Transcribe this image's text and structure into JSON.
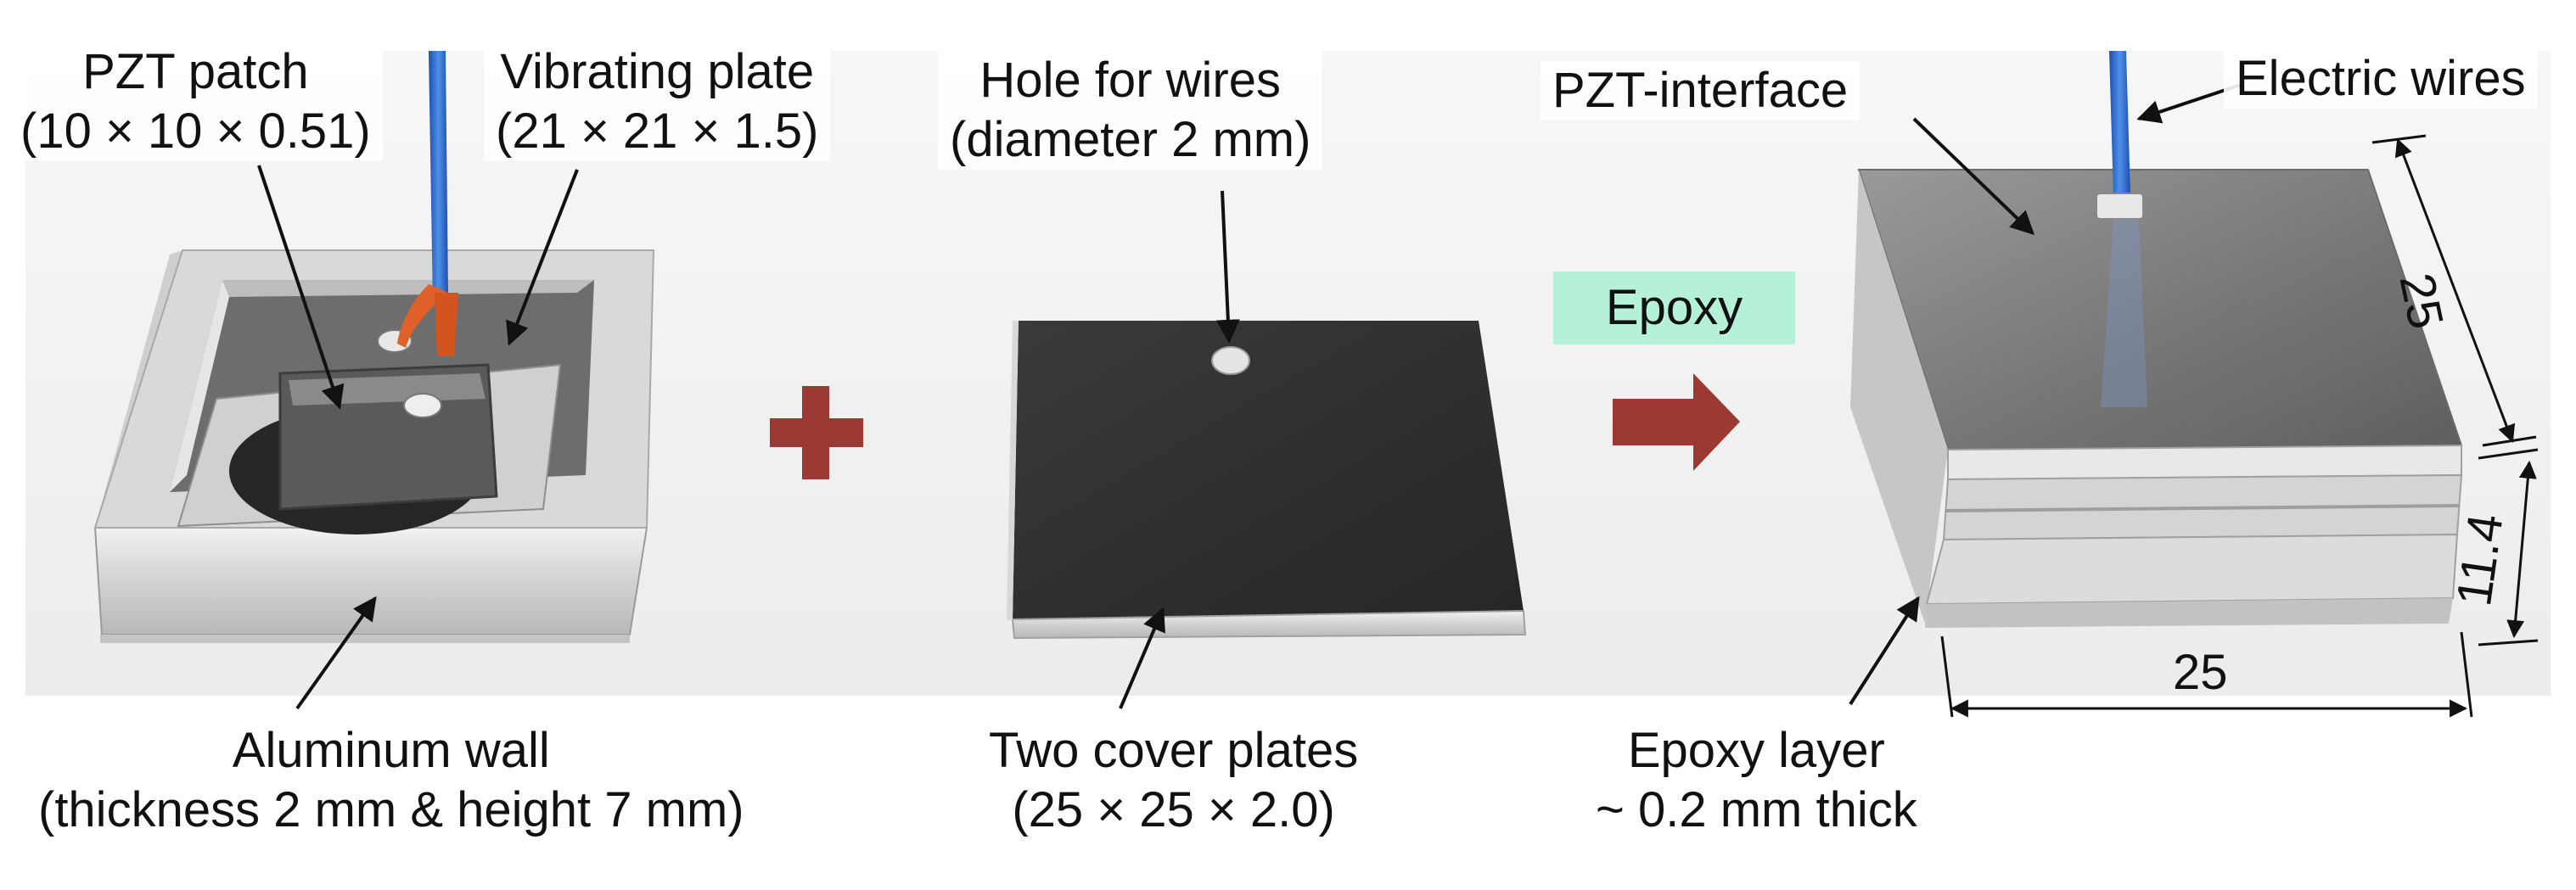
{
  "labels": {
    "pzt_patch": [
      "PZT patch",
      "(10 × 10 × 0.51)"
    ],
    "vibrating_plate": [
      "Vibrating plate",
      "(21 × 21 × 1.5)"
    ],
    "hole_for_wires": [
      "Hole for wires",
      "(diameter 2 mm)"
    ],
    "pzt_interface": "PZT-interface",
    "electric_wires": "Electric wires",
    "epoxy": "Epoxy",
    "aluminum_wall": [
      "Aluminum wall",
      "(thickness 2 mm & height 7 mm)"
    ],
    "cover_plates": [
      "Two cover plates",
      "(25 × 25 × 2.0)"
    ],
    "epoxy_layer": [
      "Epoxy layer",
      "~ 0.2 mm thick"
    ]
  },
  "dimensions": {
    "depth": "25",
    "height": "11.4",
    "width": "25"
  },
  "colors": {
    "operator": "#9b3a33",
    "epoxy_badge": "#b5f0d8",
    "wire": "#2a6fd6"
  }
}
